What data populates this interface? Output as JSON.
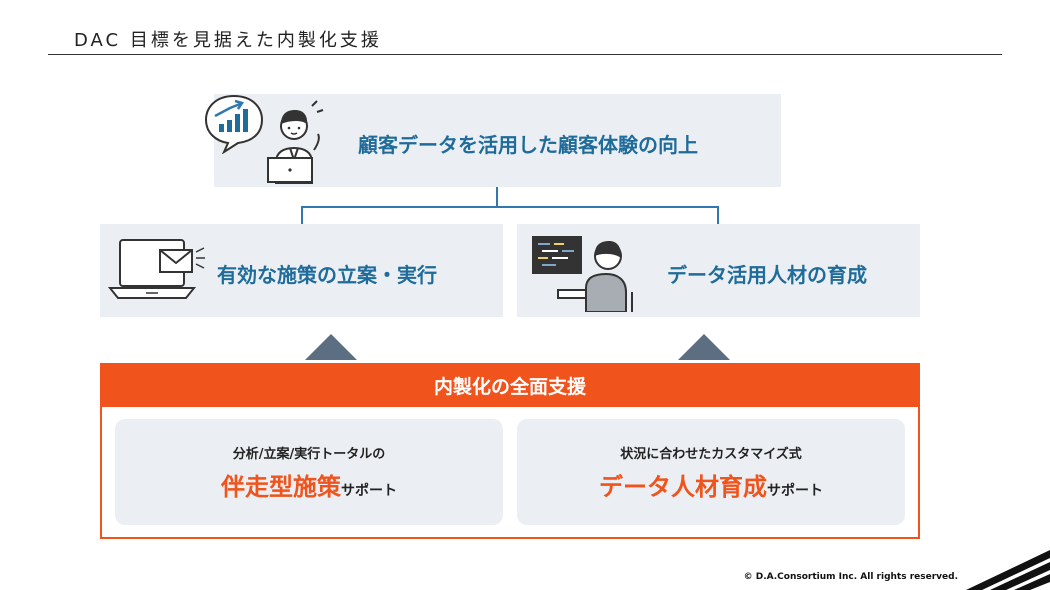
{
  "header": {
    "title": "DAC 目標を見据えた内製化支援"
  },
  "goal": {
    "label": "顧客データを活用した顧客体験の向上"
  },
  "outcomes": {
    "left": "有効な施策の立案・実行",
    "right": "データ活用人材の育成"
  },
  "support": {
    "header": "内製化の全面支援",
    "left": {
      "small": "分析/立案/実行トータルの",
      "highlight": "伴走型施策",
      "suffix": "サポート"
    },
    "right": {
      "small": "状況に合わせたカスタマイズ式",
      "highlight": "データ人材育成",
      "suffix": "サポート"
    }
  },
  "footer": {
    "copyright": "© D.A.Consortium Inc. All rights reserved."
  },
  "colors": {
    "accent": "#f0531c",
    "blue": "#1f6b9a",
    "panel": "#ebeff3",
    "connector": "#2f79b0"
  },
  "icons": [
    "chart-speech-bubble-icon",
    "person-laptop-icon",
    "laptop-mail-icon",
    "person-monitor-icon"
  ]
}
